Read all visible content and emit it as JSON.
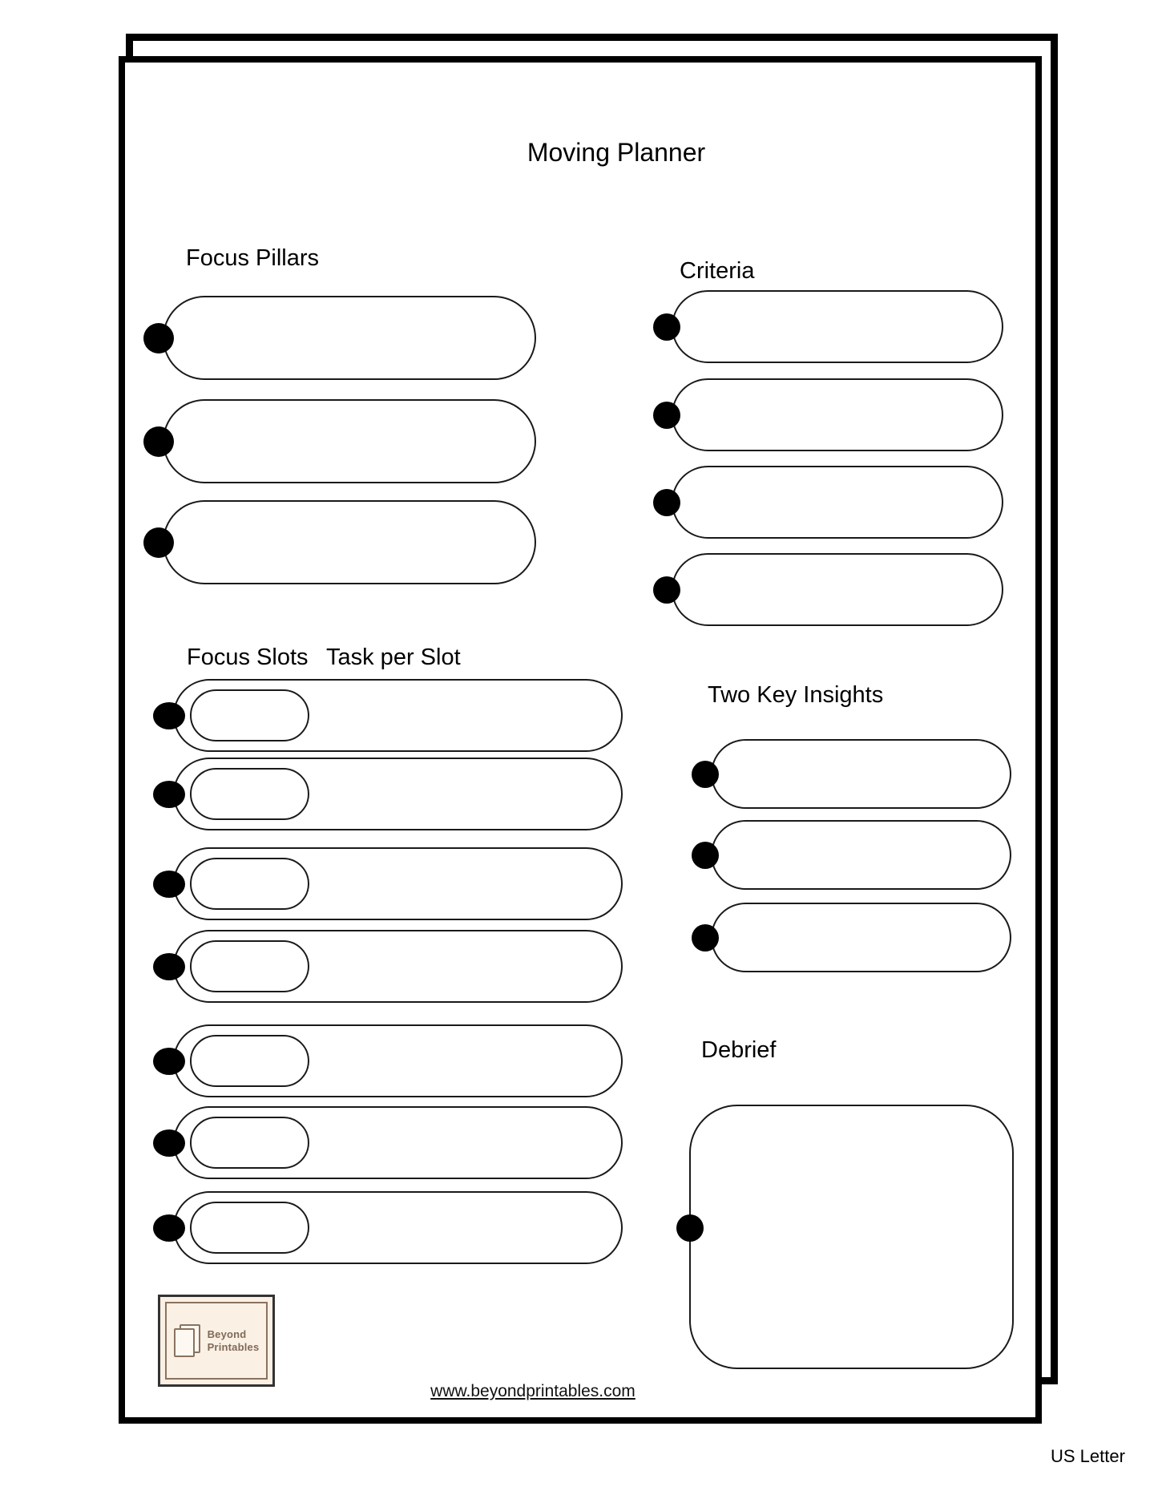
{
  "page": {
    "title": "Moving Planner",
    "size_label": "US Letter"
  },
  "sections": {
    "focus_pillars": {
      "heading": "Focus Pillars",
      "pill_count": 3
    },
    "criteria": {
      "heading": "Criteria",
      "pill_count": 4
    },
    "focus_slots": {
      "heading_slots": "Focus Slots",
      "heading_task": "Task per Slot",
      "row_count": 7
    },
    "insights": {
      "heading": "Two Key Insights",
      "pill_count": 3
    },
    "debrief": {
      "heading": "Debrief"
    }
  },
  "footer": {
    "logo": {
      "line1": "Beyond",
      "line2": "Printables"
    },
    "website": "www.beyondprintables.com"
  },
  "colors": {
    "ink": "#000000",
    "pill_stroke": "#1a1a1a",
    "logo_background": "#faf0e4",
    "logo_brown": "#8a7260"
  }
}
